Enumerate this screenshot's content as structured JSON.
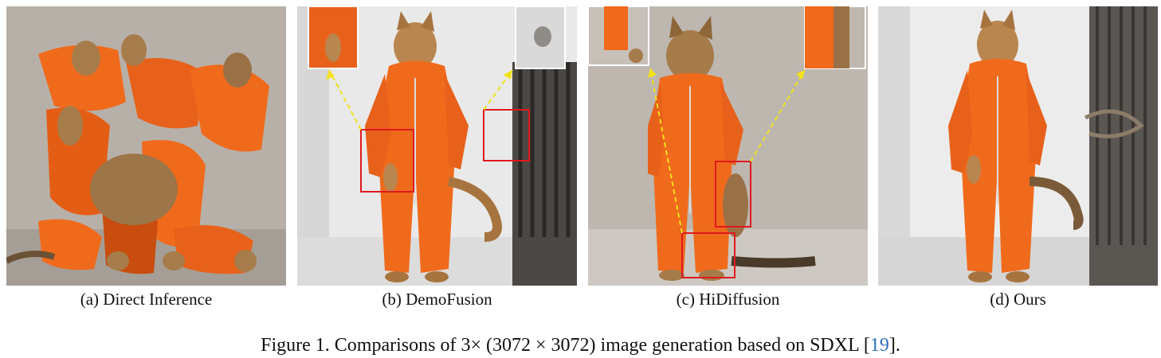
{
  "panels": [
    {
      "id": "a",
      "caption": "(a) Direct Inference",
      "image_desc": "distorted multi-cat orange jumpsuit image"
    },
    {
      "id": "b",
      "caption": "(b) DemoFusion",
      "image_desc": "cat in orange prison jumpsuit with zoom insets"
    },
    {
      "id": "c",
      "caption": "(c) HiDiffusion",
      "image_desc": "cat in orange prison jumpsuit with zoom insets"
    },
    {
      "id": "d",
      "caption": "(d) Ours",
      "image_desc": "cat in orange prison jumpsuit beside cell bars"
    }
  ],
  "figure_caption": {
    "prefix": "Figure 1. Comparisons of 3× (3072 × 3072) image generation based on SDXL [",
    "ref": "19",
    "suffix": "]."
  },
  "colors": {
    "jumpsuit": "#f06a1c",
    "jumpsuit_shadow": "#c84d0e",
    "cat_fur": "#b9864f",
    "wall_grey": "#bdb7b0",
    "highlight_box": "#e0191c",
    "arrow": "#f2e21a"
  }
}
